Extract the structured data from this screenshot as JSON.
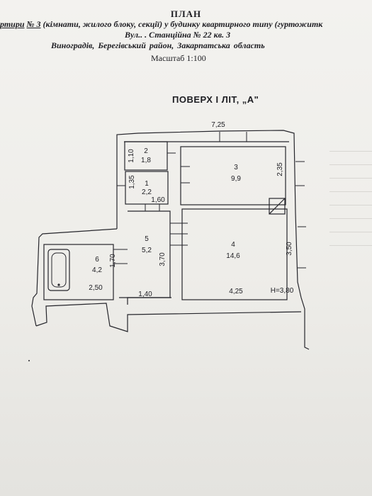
{
  "header": {
    "title": "ПЛАН",
    "line2_prefix": "ртири",
    "line2_number": "№ 3",
    "line2_rest": "(кімнати, жилого блоку, секції) у будинку квартирного типу (гуртожитк",
    "line3": "Вул.. . Станційна  № 22  кв. 3",
    "line4": "Виноградів,       Берегівський       район, Закарпатська область",
    "scale": "Масштаб 1:100"
  },
  "floor_title": "ПОВЕРХ І ЛІТ, „А\"",
  "rooms": [
    {
      "number": "2",
      "area": "1,8"
    },
    {
      "number": "1",
      "area": "2,2"
    },
    {
      "number": "3",
      "area": "9,9"
    },
    {
      "number": "4",
      "area": "14,6"
    },
    {
      "number": "5",
      "area": "5,2"
    },
    {
      "number": "6",
      "area": "4,2"
    }
  ],
  "dimensions": {
    "total_width": "7,25",
    "room2_h": "1,10",
    "room1_h": "1,35",
    "room1_w": "1,60",
    "room3_h": "2,35",
    "room4_h": "3,50",
    "room4_w": "4,25",
    "room5_h": "3,70",
    "room5_w": "1,40",
    "room6_h": "1,70",
    "room6_w": "2,50",
    "ceiling": "H=3,80"
  }
}
